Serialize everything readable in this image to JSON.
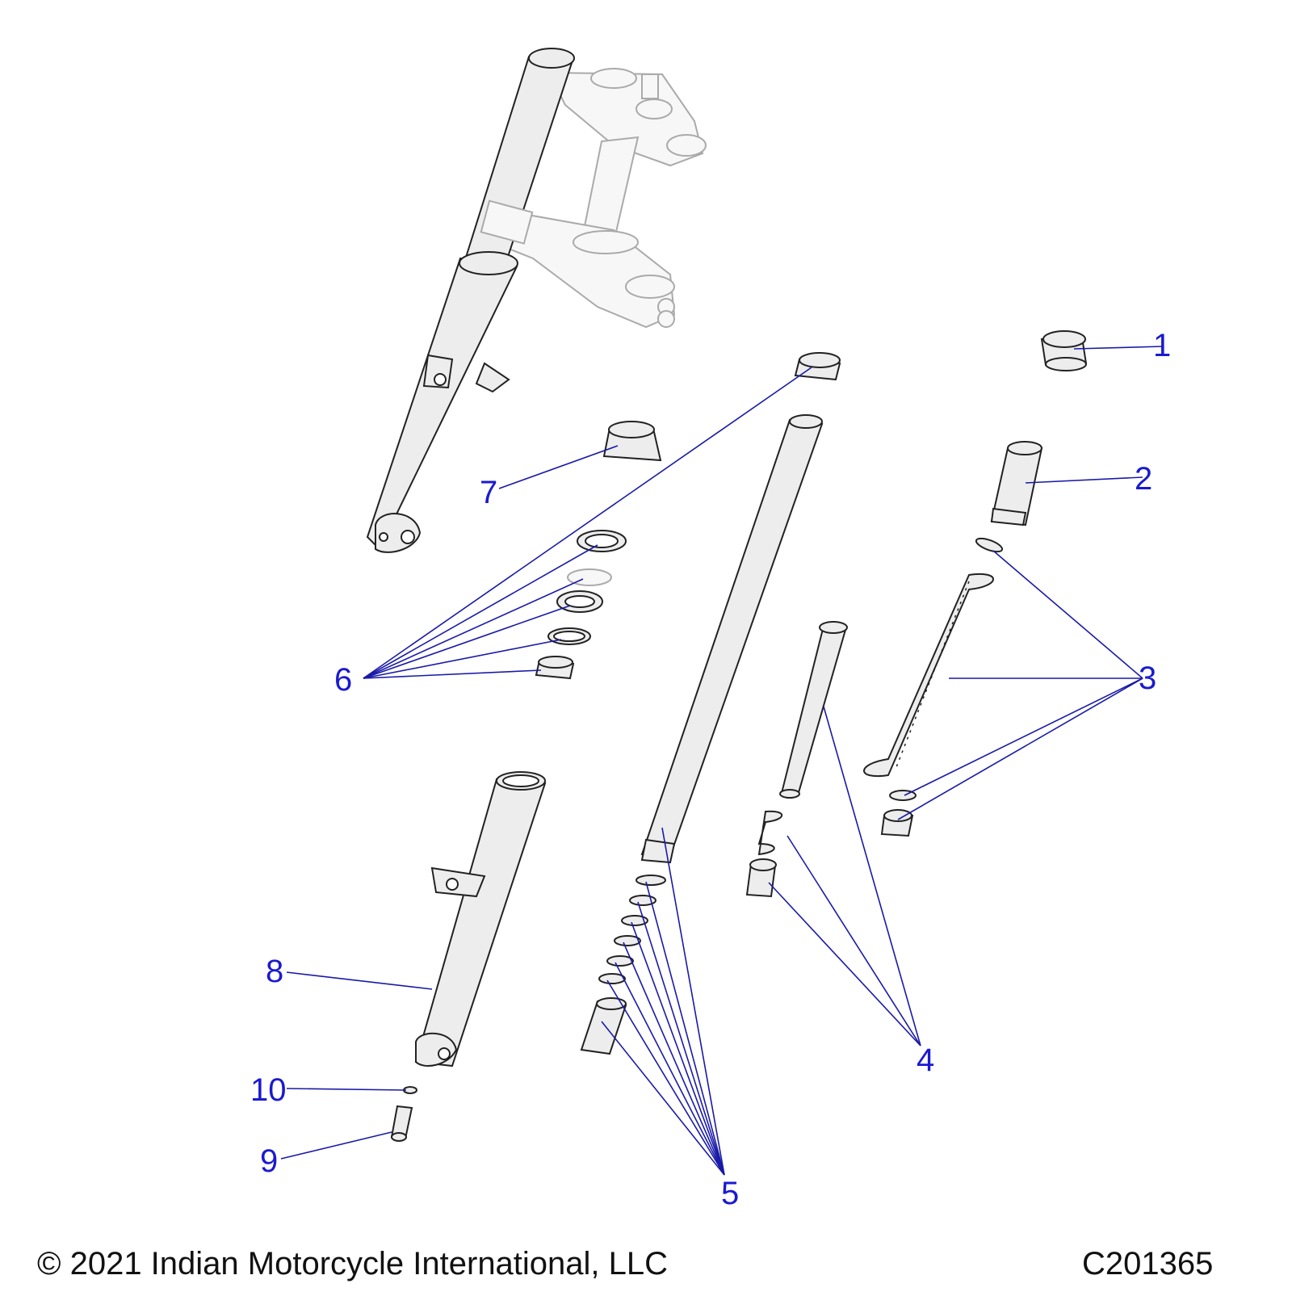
{
  "callouts": {
    "c1": "1",
    "c2": "2",
    "c3": "3",
    "c4": "4",
    "c5": "5",
    "c6": "6",
    "c7": "7",
    "c8": "8",
    "c9": "9",
    "c10": "10"
  },
  "footer": {
    "copyright": "© 2021 Indian Motorcycle International, LLC",
    "figure_id": "C201365"
  },
  "colors": {
    "leader_line": "#1a1aa8",
    "callout_text": "#1a1ad0",
    "part_fill": "#ededed",
    "part_outline": "#222222"
  }
}
